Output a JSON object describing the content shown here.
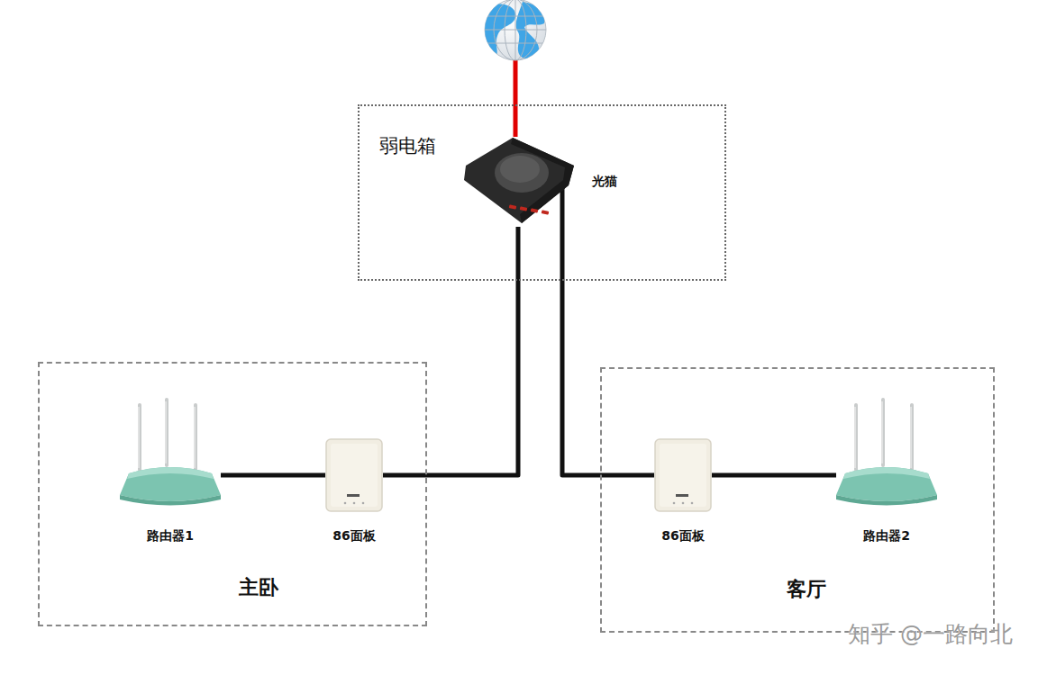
{
  "diagram": {
    "nodes": [
      {
        "text": [
          "弱电箱"
        ]
      },
      {
        "text": [
          "光猫"
        ],
        "in": 0
      },
      {
        "text": [
          "主卧"
        ]
      },
      {
        "text": [
          "路由器1"
        ],
        "in": 2
      },
      {
        "text": [
          "86面板"
        ],
        "in": 2
      },
      {
        "text": [
          "客厅"
        ]
      },
      {
        "text": [
          "86面板"
        ],
        "in": 5
      },
      {
        "text": [
          "路由器2"
        ],
        "in": 5
      }
    ],
    "edges": [
      {
        "from": 1,
        "to": 4,
        "arrow": "none"
      },
      {
        "from": 1,
        "to": 6,
        "arrow": "none"
      },
      {
        "from": 4,
        "to": 3,
        "arrow": "none"
      },
      {
        "from": 6,
        "to": 7,
        "arrow": "none"
      }
    ],
    "labels": [
      "知乎 @一路向北"
    ]
  }
}
